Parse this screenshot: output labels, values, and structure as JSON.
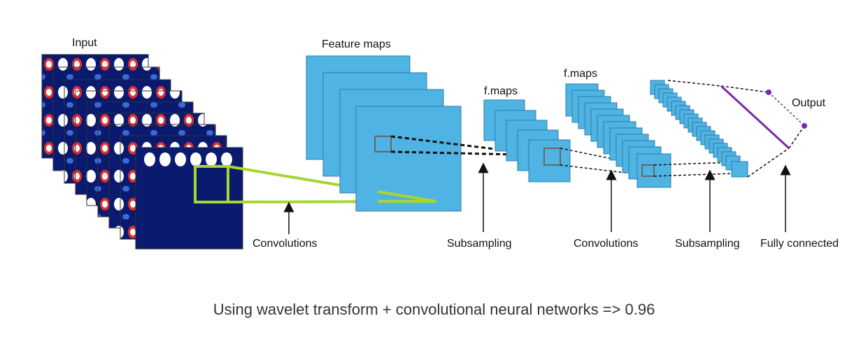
{
  "labels": {
    "input": "Input",
    "feature_maps": "Feature maps",
    "fmaps_1": "f.maps",
    "fmaps_2": "f.maps",
    "output": "Output",
    "convolutions_1": "Convolutions",
    "subsampling_1": "Subsampling",
    "convolutions_2": "Convolutions",
    "subsampling_2": "Subsampling",
    "fully_connected": "Fully connected"
  },
  "caption": "Using wavelet transform + convolutional neural networks => 0.96",
  "colors": {
    "map_fill": "#4fb3e3",
    "map_stroke": "#2b7fab",
    "input_bg": "#0a1a6e",
    "input_red": "#e03030",
    "receptive_field": "#a6d631",
    "output_line": "#7a2aa8"
  }
}
